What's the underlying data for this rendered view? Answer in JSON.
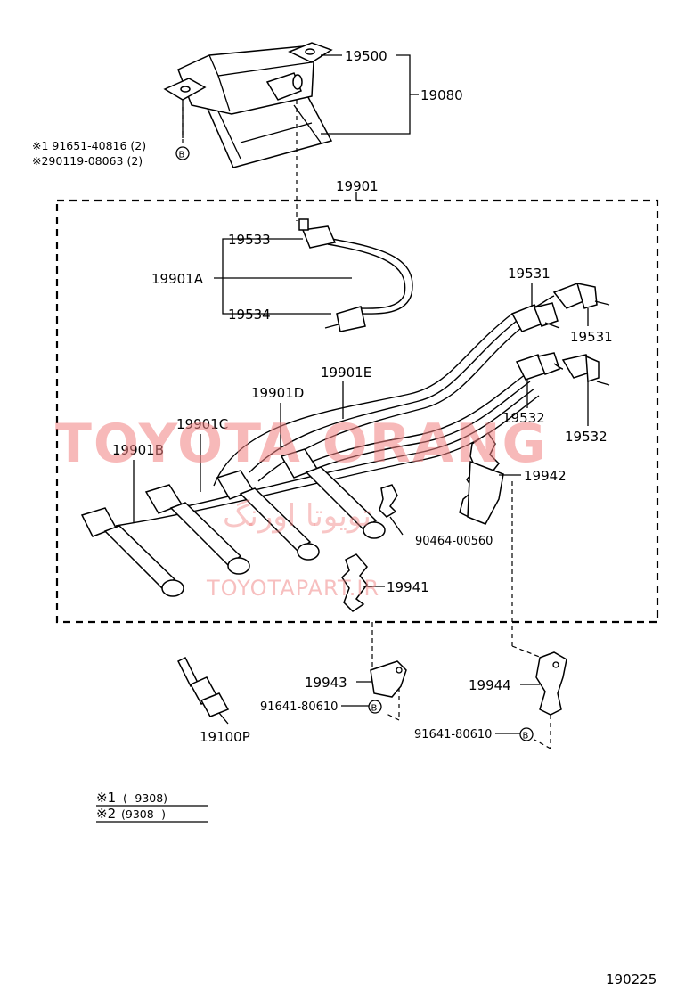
{
  "labels": {
    "p19500": "19500",
    "p19080": "19080",
    "note1": "※1 91651-40816 (2)",
    "note2": "※290119-08063 (2)",
    "circB": "B",
    "p19901": "19901",
    "p19533": "19533",
    "p19901A": "19901A",
    "p19534": "19534",
    "p19531a": "19531",
    "p19531b": "19531",
    "p19901E": "19901E",
    "p19901D": "19901D",
    "p19901C": "19901C",
    "p19901B": "19901B",
    "p19532a": "19532",
    "p19532b": "19532",
    "p19942": "19942",
    "p90464": "90464-00560",
    "p19941": "19941",
    "p19943": "19943",
    "p91641a": "91641-80610",
    "p19944": "19944",
    "p91641b": "91641-80610",
    "p19100P": "19100P",
    "legend1_mark": "※1",
    "legend1_range": "(      -9308)",
    "legend2_mark": "※2",
    "legend2_range": "(9308-        )",
    "page_code": "190225"
  },
  "watermark": {
    "main": "TOYOTA ORANG",
    "arabic": "تویوتا اورنگ",
    "url": "TOYOTAPART.IR",
    "color": "#f08080"
  }
}
